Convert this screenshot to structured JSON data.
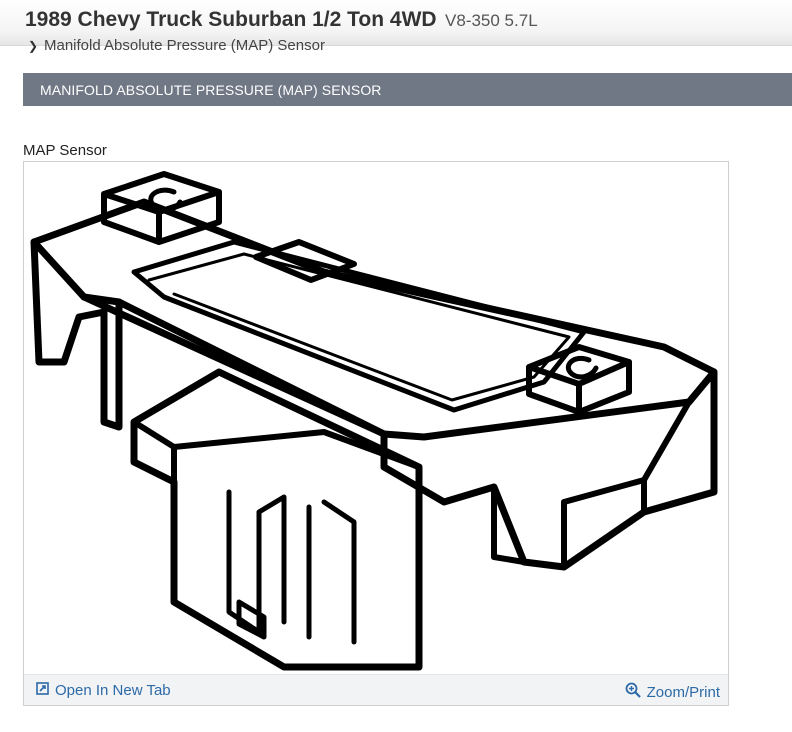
{
  "header": {
    "title": "1989 Chevy Truck Suburban 1/2 Ton 4WD",
    "engine": "V8-350 5.7L"
  },
  "breadcrumb": {
    "label": "Manifold Absolute Pressure (MAP) Sensor",
    "icon": "chevron-right-icon"
  },
  "section": {
    "title": "MANIFOLD ABSOLUTE PRESSURE (MAP) SENSOR"
  },
  "figure": {
    "label": "MAP Sensor",
    "open_label": "Open In New Tab",
    "open_icon": "open-new-tab-icon",
    "zoom_label": "Zoom/Print",
    "zoom_icon": "magnifier-icon",
    "link_color": "#2d6aa8",
    "header_color": "#6f7884"
  }
}
